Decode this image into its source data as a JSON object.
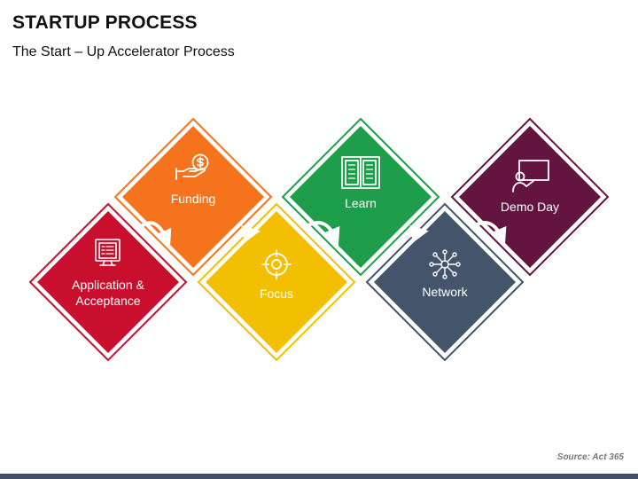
{
  "header": {
    "title": "STARTUP PROCESS",
    "subtitle": "The Start – Up Accelerator Process"
  },
  "steps": [
    {
      "label_lines": [
        "Application &",
        "Acceptance"
      ],
      "color": "#c8102e",
      "icon": "application-form-icon"
    },
    {
      "label_lines": [
        "Funding"
      ],
      "color": "#f5731c",
      "icon": "hand-coin-icon"
    },
    {
      "label_lines": [
        "Focus"
      ],
      "color": "#f2c000",
      "icon": "target-icon"
    },
    {
      "label_lines": [
        "Learn"
      ],
      "color": "#1e9e4a",
      "icon": "open-book-icon"
    },
    {
      "label_lines": [
        "Network"
      ],
      "color": "#44546a",
      "icon": "network-chip-icon"
    },
    {
      "label_lines": [
        "Demo Day"
      ],
      "color": "#63143f",
      "icon": "presentation-icon"
    }
  ],
  "footer": {
    "source": "Source: Act 365",
    "bar_color": "#3f5166"
  }
}
